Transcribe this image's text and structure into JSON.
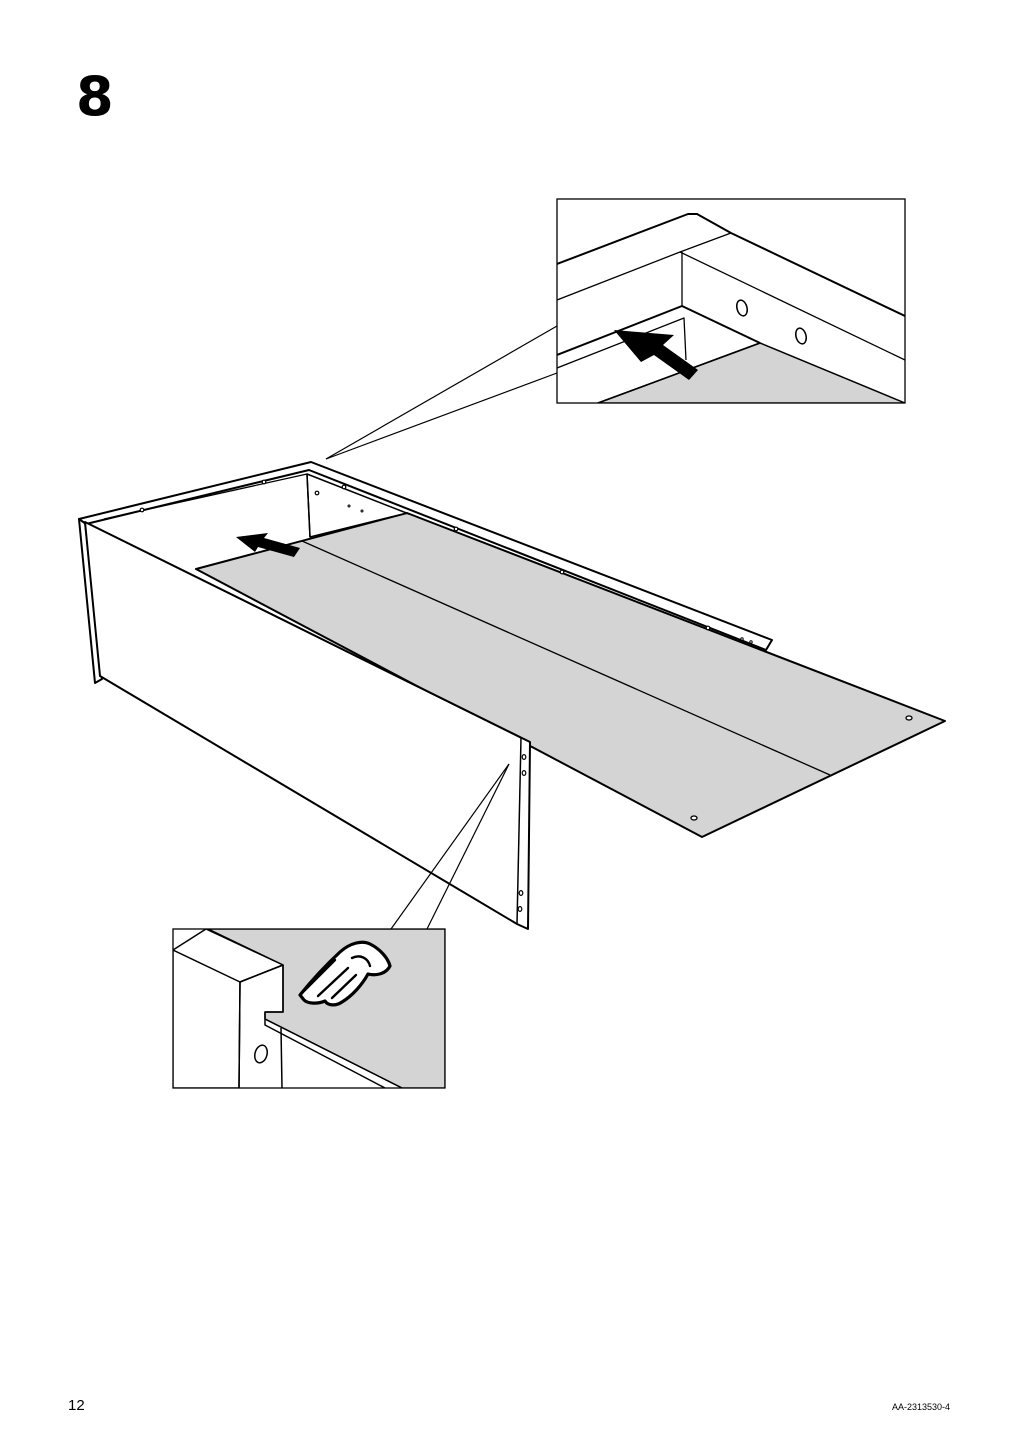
{
  "step": {
    "number": "8"
  },
  "footer": {
    "page_number": "12",
    "document_code": "AA-2313530-4"
  },
  "colors": {
    "panel_fill": "#d4d4d4",
    "line": "#000000",
    "background": "#ffffff"
  },
  "icons": [
    "push-arrow-icon",
    "pointing-hand-icon",
    "dowel-hole-icon"
  ]
}
